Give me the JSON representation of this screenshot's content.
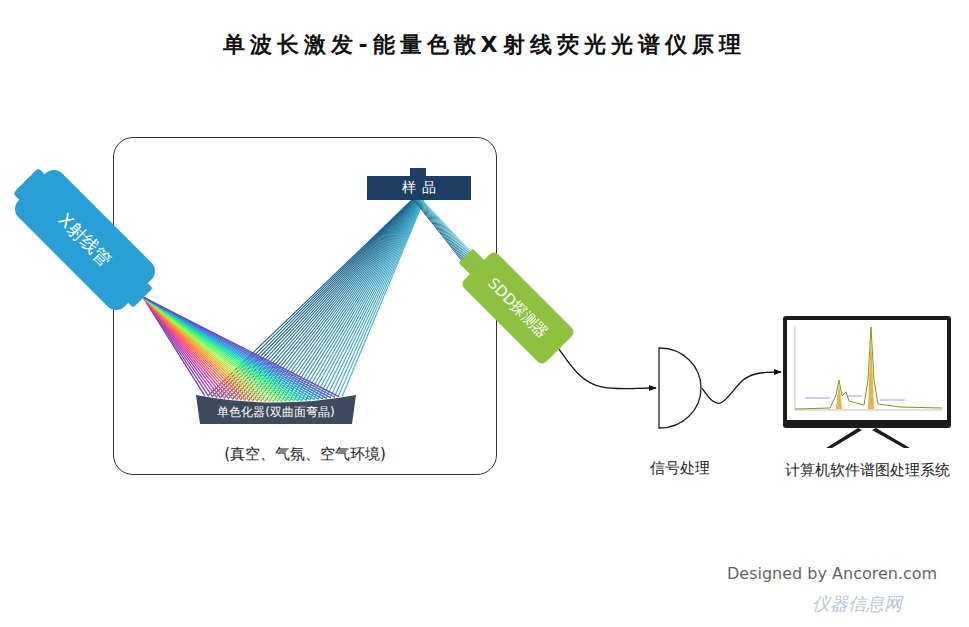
{
  "diagram": {
    "title": "单波长激发-能量色散X射线荧光光谱仪原理",
    "nodes": [
      {
        "text": [
          "(真空、气氛、空气环境)"
        ]
      },
      {
        "text": [
          "样品"
        ],
        "in": 0
      },
      {
        "text": [
          "单色化器(双曲面弯晶)"
        ],
        "in": 0
      },
      {
        "text": [
          "X射线管"
        ]
      },
      {
        "text": [
          "SDD探测器"
        ]
      },
      {
        "text": [
          "信号处理"
        ]
      },
      {
        "text": [
          "计算机软件谱图处理系统"
        ]
      }
    ],
    "edges": [
      {
        "from": 4,
        "to": 5,
        "arrow": "to"
      },
      {
        "from": 5,
        "to": 6,
        "arrow": "to"
      }
    ],
    "labels": [
      "Designed by Ancoren.com",
      "仪器信息网"
    ]
  }
}
